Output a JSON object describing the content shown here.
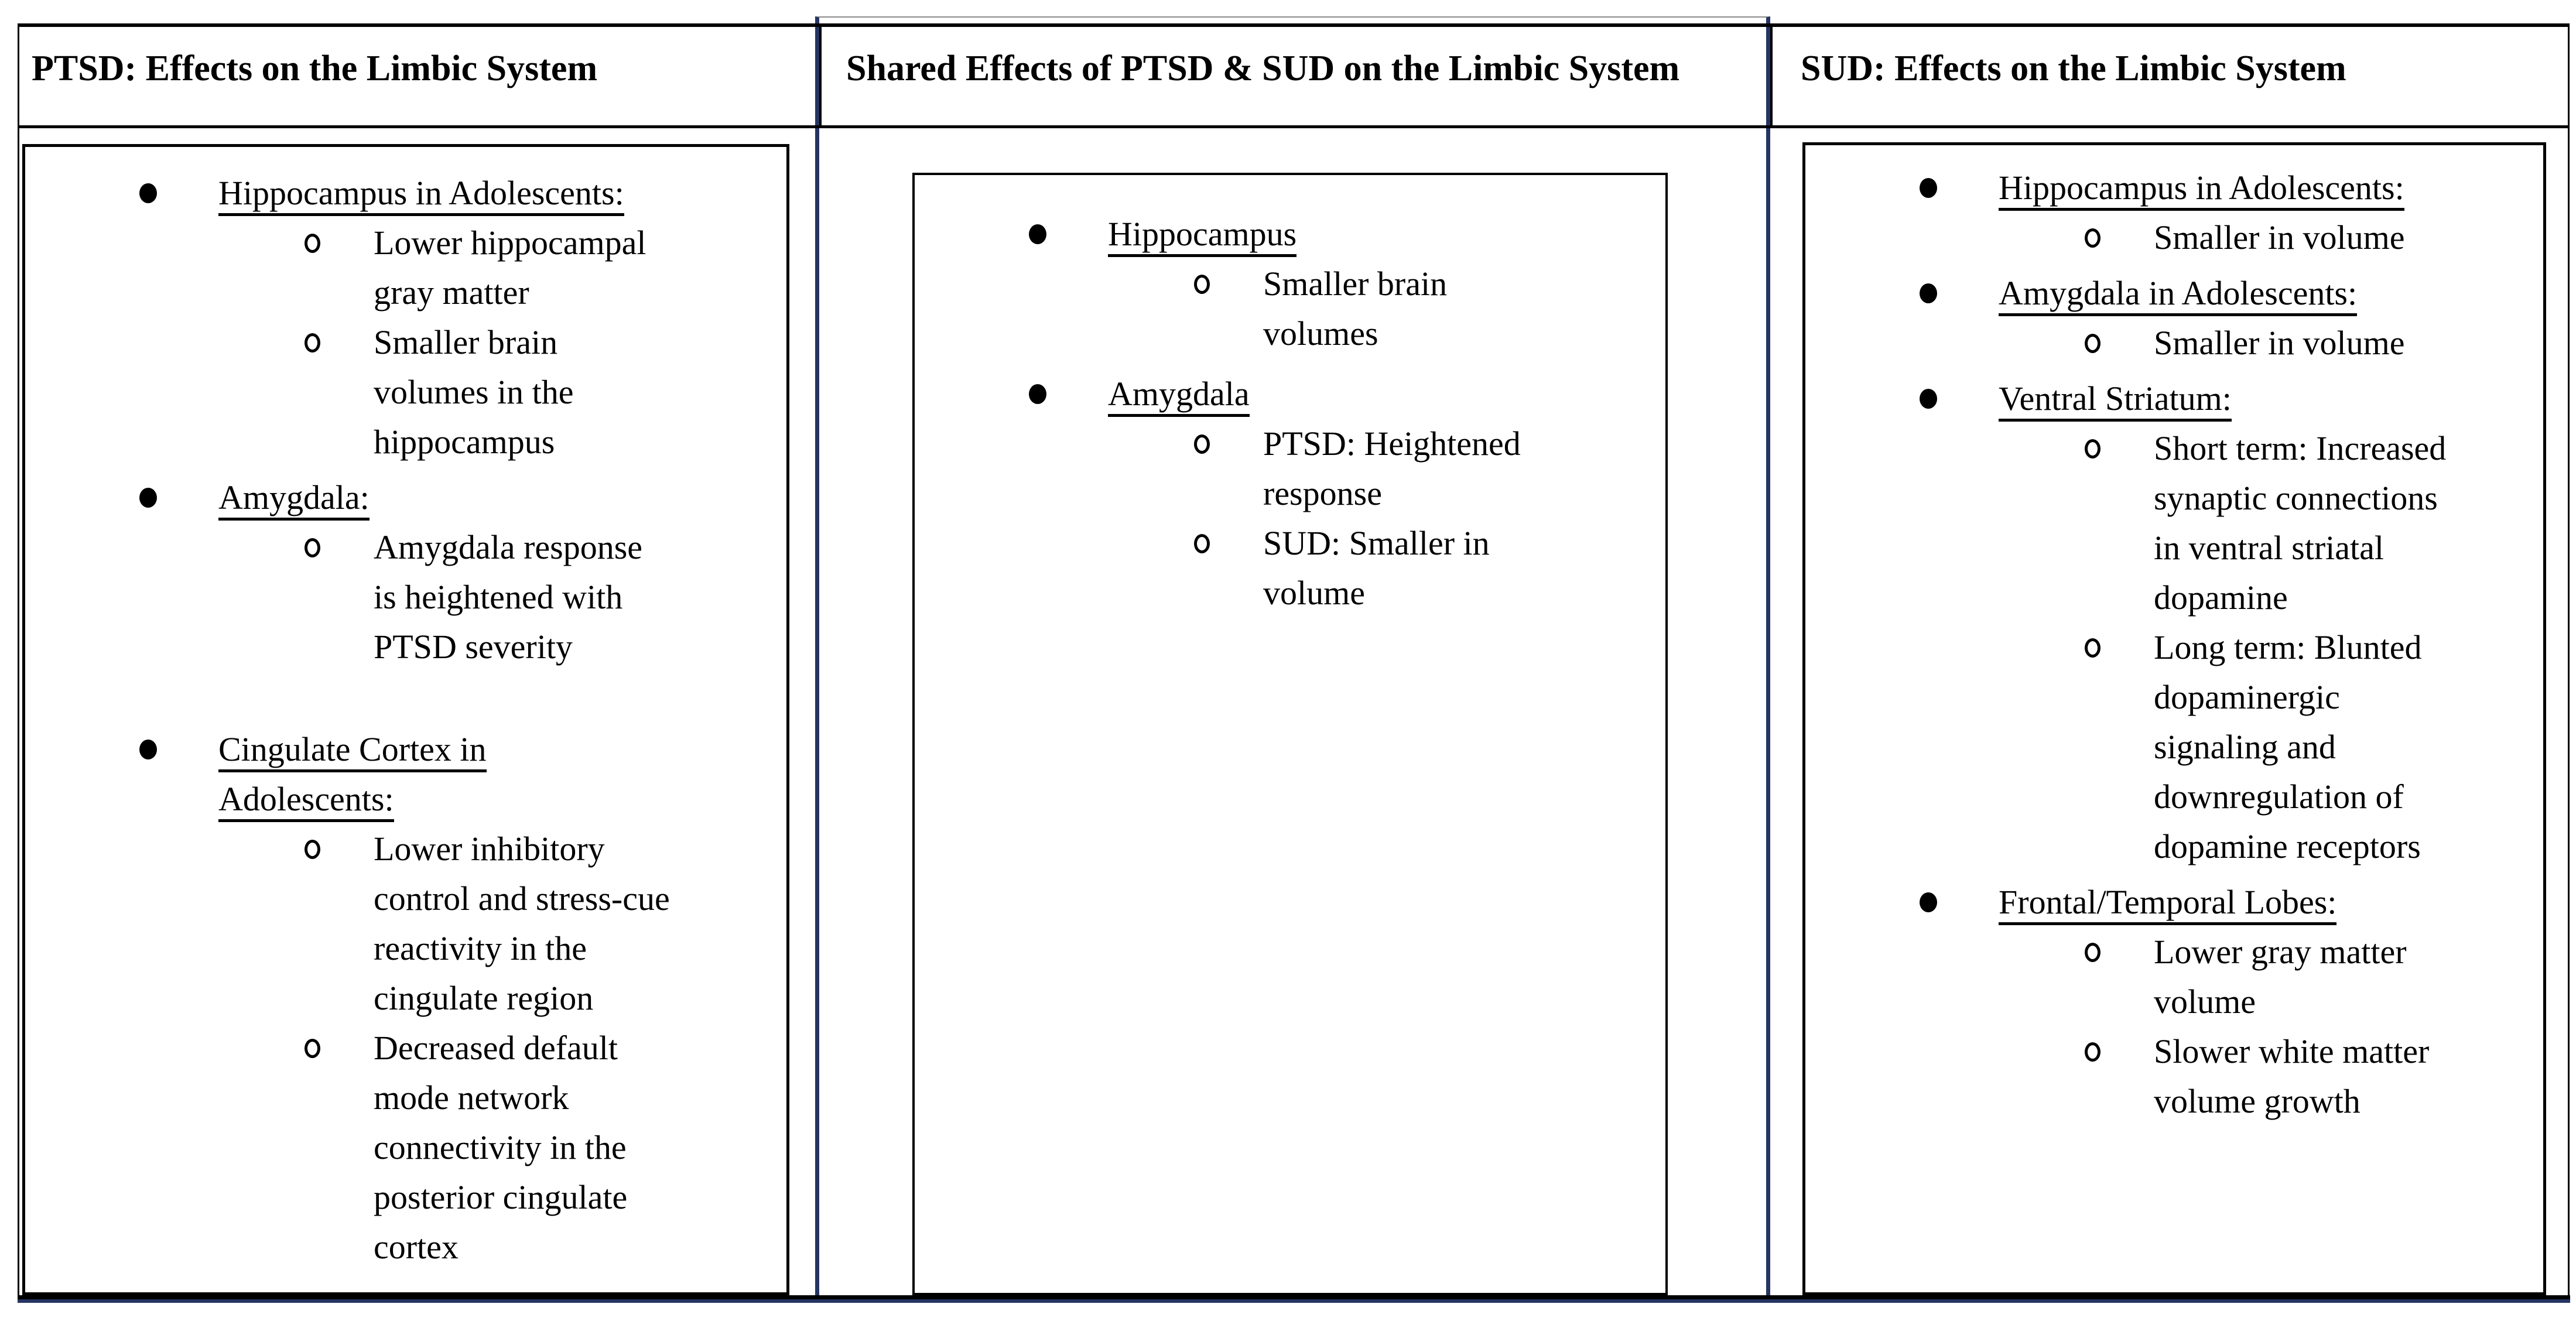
{
  "colors": {
    "page_background": "#ffffff",
    "table_border": "#000000",
    "accent_navy": "#253563",
    "middle_column_shading": "#aca9a6",
    "text": "#000000"
  },
  "bullet_icons": {
    "level1": "filled-round-bullet",
    "level2": "open-circle-bullet"
  },
  "columns": [
    {
      "id": "ptsd",
      "header": "PTSD: Effects on the Limbic System",
      "items": [
        {
          "type": "bullet",
          "level": 1,
          "heading": true,
          "lines": [
            "Hippocampus in Adolescents:"
          ]
        },
        {
          "type": "bullet",
          "level": 2,
          "heading": false,
          "lines": [
            "Lower hippocampal",
            "gray matter"
          ]
        },
        {
          "type": "bullet",
          "level": 2,
          "heading": false,
          "lines": [
            "Smaller brain",
            "volumes in the",
            "hippocampus"
          ]
        },
        {
          "type": "bullet",
          "level": 1,
          "heading": true,
          "lines": [
            "Amygdala:"
          ]
        },
        {
          "type": "bullet",
          "level": 2,
          "heading": false,
          "lines": [
            "Amygdala response",
            "is heightened with",
            "PTSD severity"
          ]
        },
        {
          "type": "spacer"
        },
        {
          "type": "bullet",
          "level": 1,
          "heading": true,
          "lines": [
            "Cingulate Cortex in",
            "Adolescents:"
          ]
        },
        {
          "type": "bullet",
          "level": 2,
          "heading": false,
          "lines": [
            "Lower inhibitory",
            "control and stress-cue",
            "reactivity in the",
            "cingulate region"
          ]
        },
        {
          "type": "bullet",
          "level": 2,
          "heading": false,
          "lines": [
            "Decreased default",
            "mode network",
            "connectivity in the",
            "posterior cingulate",
            "cortex"
          ]
        }
      ]
    },
    {
      "id": "shared",
      "header": "Shared Effects of PTSD & SUD on the Limbic System",
      "items": [
        {
          "type": "bullet",
          "level": 1,
          "heading": true,
          "lines": [
            "Hippocampus"
          ]
        },
        {
          "type": "bullet",
          "level": 2,
          "heading": false,
          "lines": [
            "Smaller brain",
            "volumes"
          ]
        },
        {
          "type": "bullet",
          "level": 1,
          "heading": true,
          "lines": [
            "Amygdala"
          ]
        },
        {
          "type": "bullet",
          "level": 2,
          "heading": false,
          "lines": [
            "PTSD: Heightened",
            "response"
          ]
        },
        {
          "type": "bullet",
          "level": 2,
          "heading": false,
          "lines": [
            "SUD: Smaller in",
            "volume"
          ]
        }
      ]
    },
    {
      "id": "sud",
      "header": "SUD: Effects on the Limbic System",
      "items": [
        {
          "type": "bullet",
          "level": 1,
          "heading": true,
          "lines": [
            "Hippocampus in Adolescents:"
          ]
        },
        {
          "type": "bullet",
          "level": 2,
          "heading": false,
          "lines": [
            "Smaller in volume"
          ]
        },
        {
          "type": "bullet",
          "level": 1,
          "heading": true,
          "lines": [
            "Amygdala in Adolescents:"
          ]
        },
        {
          "type": "bullet",
          "level": 2,
          "heading": false,
          "lines": [
            "Smaller in volume"
          ]
        },
        {
          "type": "bullet",
          "level": 1,
          "heading": true,
          "lines": [
            "Ventral Striatum:"
          ]
        },
        {
          "type": "bullet",
          "level": 2,
          "heading": false,
          "lines": [
            "Short term: Increased",
            "synaptic connections",
            "in ventral striatal",
            "dopamine"
          ]
        },
        {
          "type": "bullet",
          "level": 2,
          "heading": false,
          "lines": [
            "Long term: Blunted",
            "dopaminergic",
            "signaling and",
            "downregulation of",
            "dopamine receptors"
          ]
        },
        {
          "type": "bullet",
          "level": 1,
          "heading": true,
          "lines": [
            "Frontal/Temporal Lobes:"
          ]
        },
        {
          "type": "bullet",
          "level": 2,
          "heading": false,
          "lines": [
            "Lower gray matter",
            "volume"
          ]
        },
        {
          "type": "bullet",
          "level": 2,
          "heading": false,
          "lines": [
            "Slower white matter",
            "volume growth"
          ]
        }
      ]
    }
  ]
}
